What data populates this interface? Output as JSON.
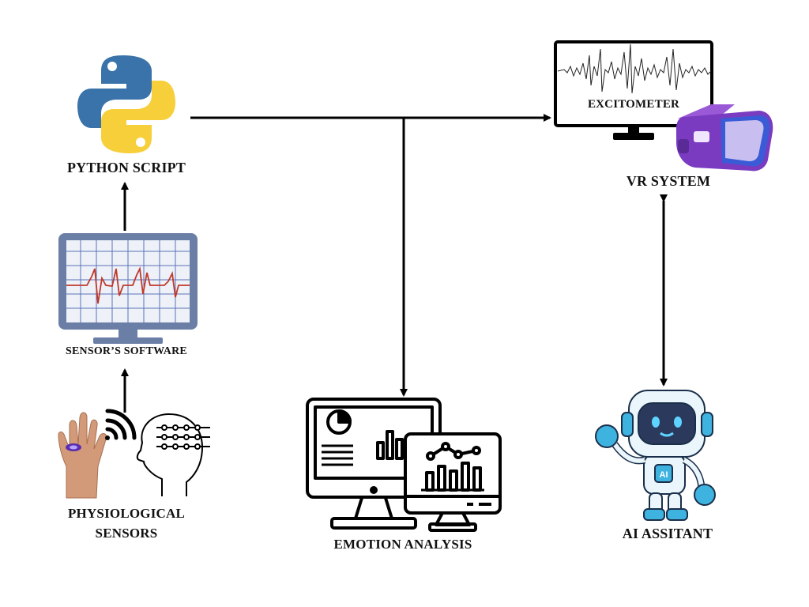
{
  "nodes": {
    "python_script": {
      "label": "PYTHON SCRIPT"
    },
    "sensors_software": {
      "label": "SENSOR’S SOFTWARE"
    },
    "physiological_sensors": {
      "line1": "PHYSIOLOGICAL",
      "line2": "SENSORS"
    },
    "excitometer": {
      "label": "EXCITOMETER"
    },
    "vr_system": {
      "label": "VR SYSTEM"
    },
    "emotion_analysis": {
      "label": "EMOTION ANALYSIS"
    },
    "ai_assistant": {
      "label": "AI ASSITANT",
      "badge": "AI"
    }
  },
  "icons": {
    "python": "python-logo-icon",
    "sensor_monitor": "monitor-waveform-icon",
    "hand": "hand-ring-sensor-icon",
    "wireless": "wireless-signal-icon",
    "head": "head-eeg-icon",
    "excitometer_monitor": "monitor-signal-icon",
    "vr": "vr-headset-icon",
    "analytics": "analytics-dashboard-icon",
    "robot": "robot-assistant-icon"
  },
  "colors": {
    "python_blue": "#3a73a9",
    "python_yellow": "#f7cf3b",
    "monitor_frame": "#6b7fa6",
    "monitor_screen": "#eef1f8",
    "waveform_red": "#c0392b",
    "vr_purple": "#7a3bc0",
    "vr_blue": "#3b5bd6",
    "robot_blue": "#3fb3e0",
    "line": "#000000"
  }
}
